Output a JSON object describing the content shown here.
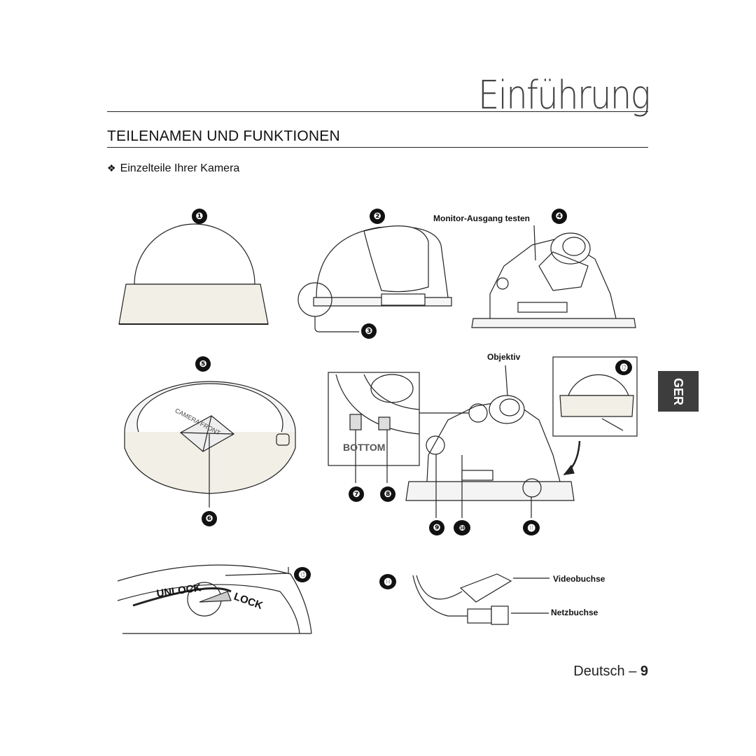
{
  "chapter_title": "Einführung",
  "section_heading": "TEILENAMEN UND FUNKTIONEN",
  "sub_heading": {
    "bullet": "❖",
    "text": "Einzelteile Ihrer Kamera"
  },
  "callouts": [
    "❶",
    "❷",
    "❸",
    "❹",
    "❺",
    "❻",
    "❼",
    "❽",
    "❾",
    "❿",
    "⓫",
    "⓬",
    "⓭",
    "⓮"
  ],
  "labels": {
    "monitor_output": "Monitor-Ausgang testen",
    "lens": "Objektiv",
    "video_jack": "Videobuchse",
    "power_jack": "Netzbuchse"
  },
  "illustration_text": {
    "camera_front": "CAMERA FRONT",
    "bottom": "BOTTOM",
    "unlock": "UNLOCK",
    "lock": "LOCK"
  },
  "language_tab": "GER",
  "footer": {
    "language": "Deutsch",
    "separator": "–",
    "page": "9"
  }
}
